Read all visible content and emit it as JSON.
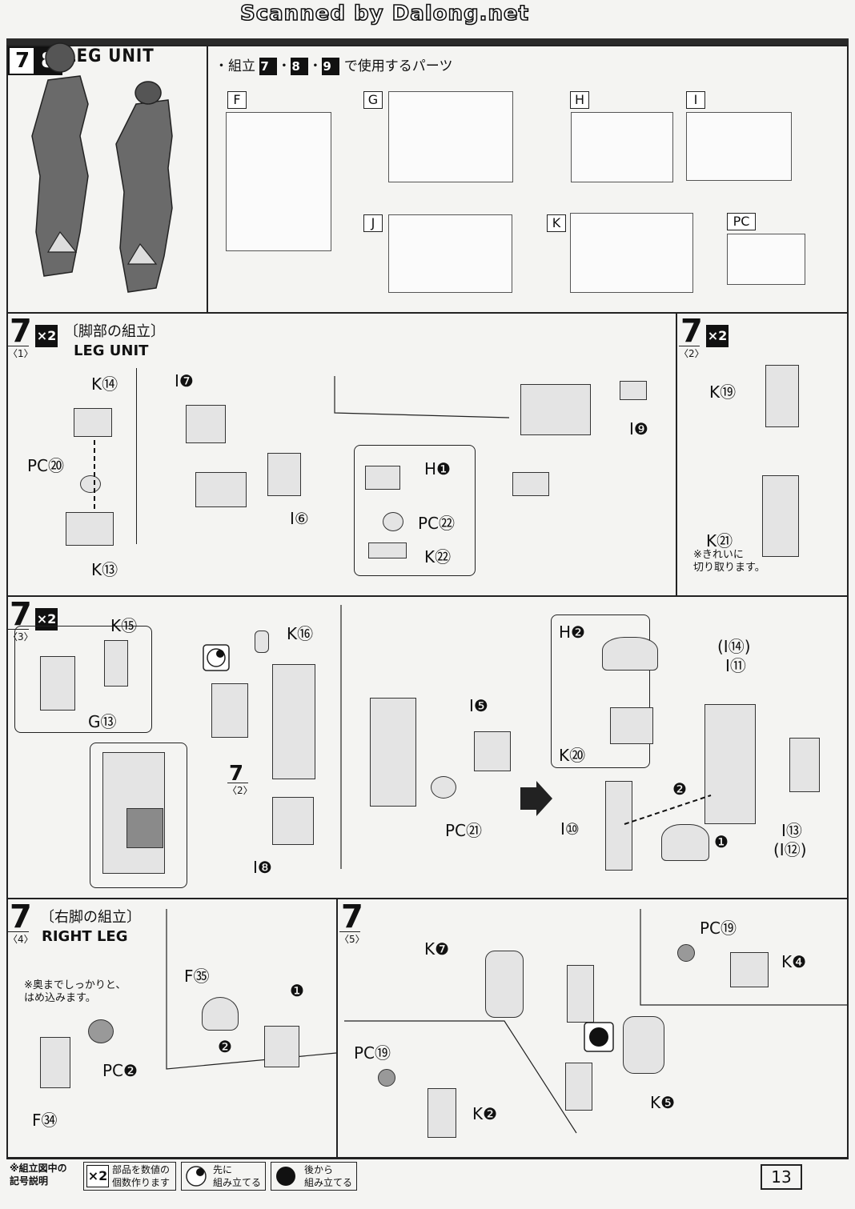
{
  "scan_watermark": "Scanned by Dalong.net",
  "header": {
    "step_a": "7",
    "step_b": "8",
    "title": "LEG UNIT",
    "parts_note": "・組立",
    "parts_steps": [
      "7",
      "8",
      "9"
    ],
    "parts_note_suffix": "で使用するパーツ"
  },
  "sprues": [
    "F",
    "G",
    "H",
    "I",
    "J",
    "K",
    "PC"
  ],
  "step7_1": {
    "num": "7",
    "sub": "〈1〉",
    "mult": "×2",
    "jp": "〔脚部の組立〕",
    "en": "LEG UNIT",
    "labels": [
      "K⑭",
      "PC⑳",
      "K⑬",
      "I❼",
      "I⑥",
      "H❶",
      "PC㉒",
      "K㉒",
      "I❾"
    ]
  },
  "step7_2": {
    "num": "7",
    "sub": "〈2〉",
    "mult": "×2",
    "labels": [
      "K⑲",
      "K㉑"
    ],
    "note": "※きれいに\n切り取ります。"
  },
  "step7_3": {
    "num": "7",
    "sub": "〈3〉",
    "mult": "×2",
    "labels": [
      "K⑮",
      "G⑬",
      "K⑯",
      "7",
      "〈2〉",
      "I❽",
      "I❺",
      "PC㉑",
      "H❷",
      "K⑳",
      "(I⑭)",
      "I⑪",
      "I⑩",
      "I⑬",
      "(I⑫)"
    ],
    "arrows": [
      "❷",
      "❶"
    ]
  },
  "step7_4": {
    "num": "7",
    "sub": "〈4〉",
    "jp": "〔右脚の組立〕",
    "en": "RIGHT LEG",
    "note": "※奥までしっかりと、\nはめ込みます。",
    "labels": [
      "PC❷",
      "F㉞",
      "F㉟"
    ],
    "arrows": [
      "❶",
      "❷"
    ]
  },
  "step7_5": {
    "num": "7",
    "sub": "〈5〉",
    "labels": [
      "K❼",
      "PC⑲",
      "K❹",
      "PC⑲",
      "K❷",
      "K❺"
    ]
  },
  "legend": {
    "heading": "※組立図中の\n記号説明",
    "mult": "×2",
    "mult_desc": "部品を数値の\n個数作ります",
    "first_desc": "先に\n組み立てる",
    "later_desc": "後から\n組み立てる"
  },
  "page_number": "13"
}
